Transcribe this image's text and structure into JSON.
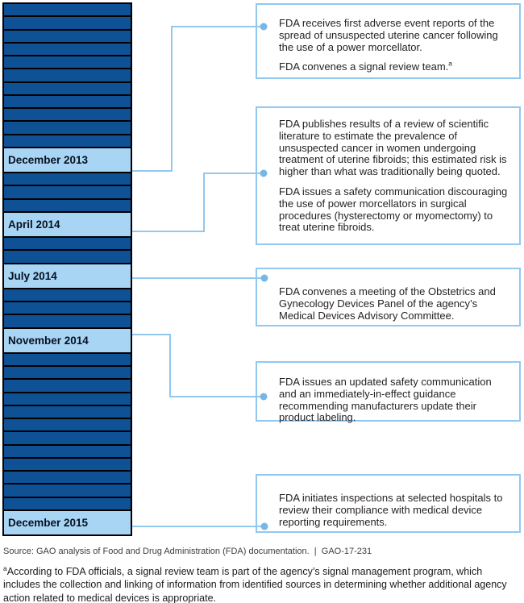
{
  "colors": {
    "dark_cell": "#0F5195",
    "milestone_cell": "#A9D5F5",
    "cell_separator": "#000000",
    "connector": "#92C8F0",
    "dot": "#76B7E8",
    "box_border": "#92C8F0",
    "body_text": "#231f20"
  },
  "timeline": {
    "total_cells": 36,
    "milestones": [
      {
        "index": 11,
        "label": "December 2013"
      },
      {
        "index": 15,
        "label": "April 2014"
      },
      {
        "index": 18,
        "label": "July 2014"
      },
      {
        "index": 22,
        "label": "November 2014"
      },
      {
        "index": 35,
        "label": "December 2015"
      }
    ]
  },
  "events": [
    {
      "linked_date": "December 2013",
      "paragraphs": [
        {
          "text": "FDA receives first adverse event reports of the spread of unsuspected uterine cancer following the use of a power morcellator."
        },
        {
          "text": "FDA convenes a signal review team.",
          "sup": "a"
        }
      ]
    },
    {
      "linked_date": "April 2014",
      "paragraphs": [
        {
          "text": "FDA publishes results of a review of scientific literature to estimate the prevalence of unsuspected cancer in women undergoing treatment of uterine fibroids; this estimated risk is higher than what was traditionally being quoted."
        },
        {
          "text": "FDA issues a safety communication discouraging the use of power morcellators in surgical procedures (hysterectomy or myomectomy) to treat uterine fibroids."
        }
      ]
    },
    {
      "linked_date": "July 2014",
      "paragraphs": [
        {
          "text": "FDA convenes a meeting of the Obstetrics and Gynecology Devices Panel of the agency’s Medical Devices Advisory Committee."
        }
      ]
    },
    {
      "linked_date": "November 2014",
      "paragraphs": [
        {
          "text": "FDA issues an updated safety communication and an immediately-in-effect guidance recommending manufacturers update their product labeling."
        }
      ]
    },
    {
      "linked_date": "December 2015",
      "paragraphs": [
        {
          "text": "FDA initiates inspections at selected hospitals to review their compliance with medical device reporting requirements."
        }
      ]
    }
  ],
  "footer": {
    "source": "Source: GAO analysis of Food and Drug Administration (FDA) documentation.  |  GAO-17-231",
    "footnote_sup": "a",
    "footnote": "According to FDA officials, a signal review team is part of the agency’s signal management program, which includes the collection and linking of information from identified sources in determining whether additional agency action related to medical devices is appropriate."
  }
}
